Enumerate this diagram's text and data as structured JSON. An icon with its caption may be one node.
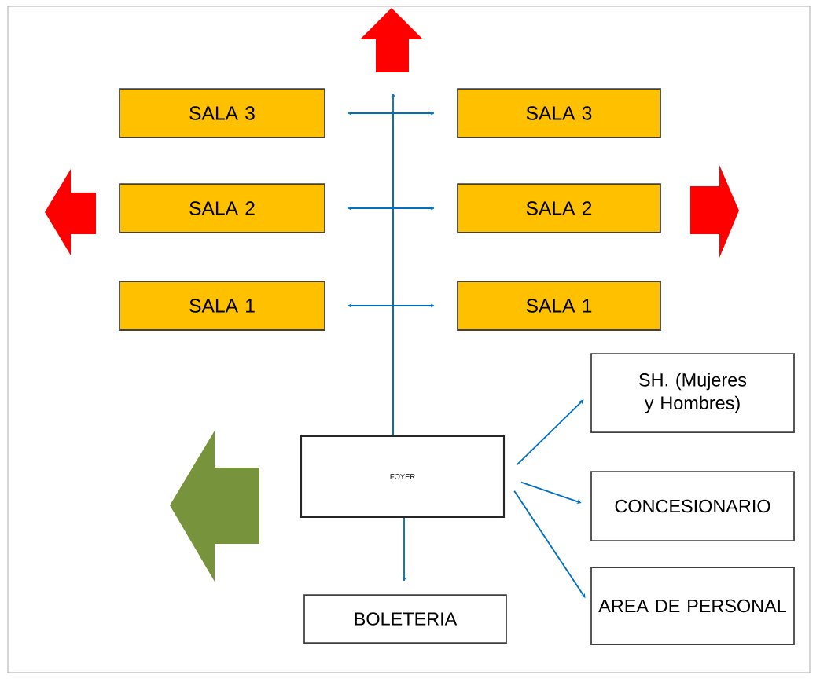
{
  "diagram": {
    "nodes": [
      {
        "text": [
          "SALA 3"
        ]
      },
      {
        "text": [
          "SALA 3"
        ]
      },
      {
        "text": [
          "SALA 2"
        ]
      },
      {
        "text": [
          "SALA 2"
        ]
      },
      {
        "text": [
          "SALA 1"
        ]
      },
      {
        "text": [
          "SALA 1"
        ]
      },
      {
        "text": [
          "SH. (Mujeres y Hombres)"
        ]
      },
      {
        "text": [
          "FOYER"
        ]
      },
      {
        "text": [
          "CONCESIONARIO"
        ]
      },
      {
        "text": [
          "BOLETERIA"
        ]
      },
      {
        "text": [
          "AREA DE PERSONAL"
        ]
      }
    ],
    "edges": [
      {
        "from": 7,
        "to": 0,
        "arrow": "to"
      },
      {
        "from": 7,
        "to": 1,
        "arrow": "to"
      },
      {
        "from": 7,
        "to": 2,
        "arrow": "to"
      },
      {
        "from": 7,
        "to": 3,
        "arrow": "to"
      },
      {
        "from": 7,
        "to": 4,
        "arrow": "to"
      },
      {
        "from": 7,
        "to": 5,
        "arrow": "to"
      },
      {
        "from": 7,
        "to": null,
        "arrow": "to"
      },
      {
        "from": 7,
        "to": 6,
        "arrow": "to"
      },
      {
        "from": 7,
        "to": 8,
        "arrow": "to"
      },
      {
        "from": 7,
        "to": 10,
        "arrow": "to"
      },
      {
        "from": 7,
        "to": 9,
        "arrow": "to"
      }
    ]
  }
}
